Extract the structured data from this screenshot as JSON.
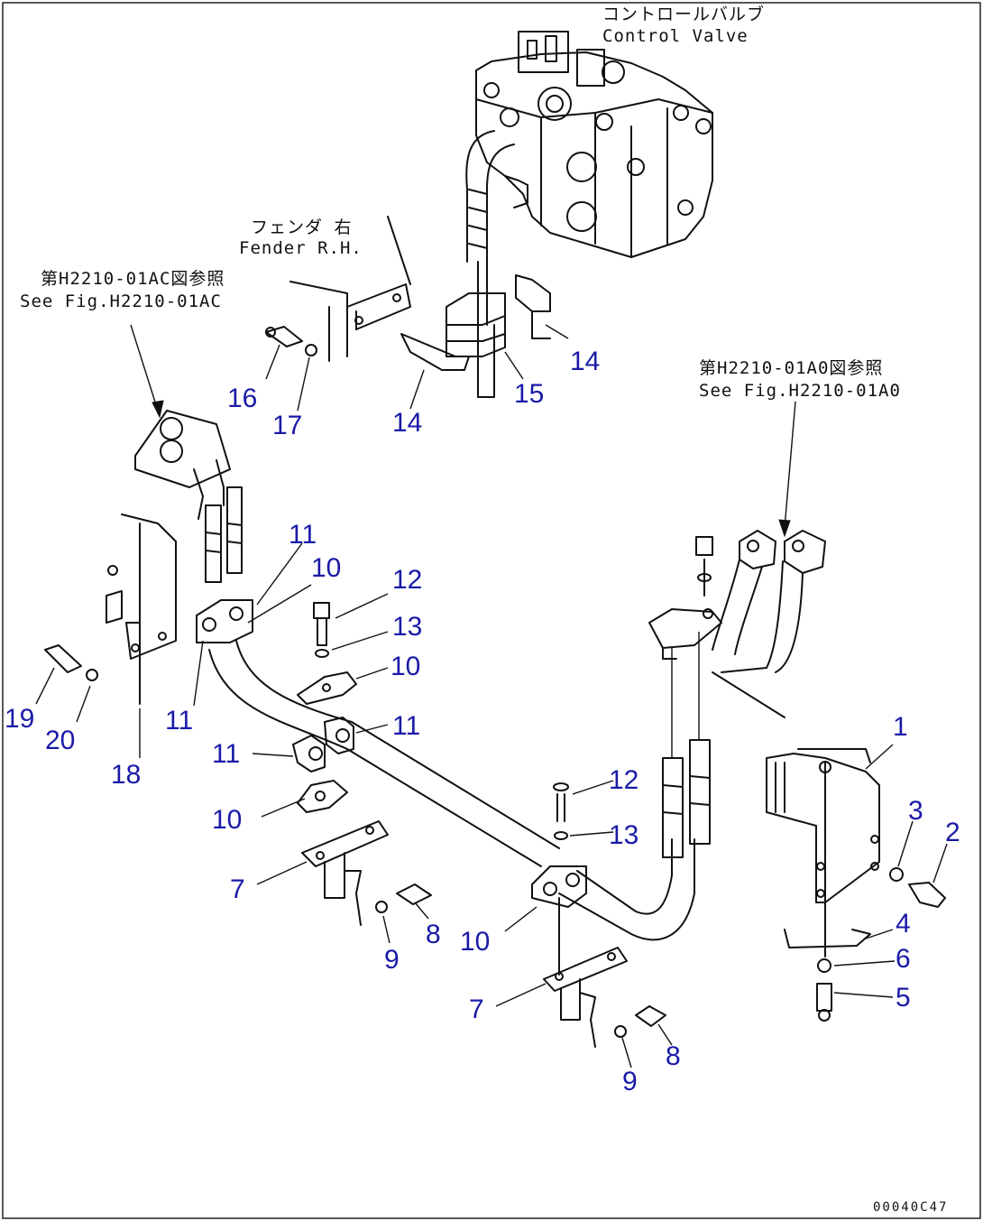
{
  "labels": {
    "control_valve_jp": "コントロールバルブ",
    "control_valve_en": "Control Valve",
    "fender_jp": "フェンダ 右",
    "fender_en": "Fender R.H.",
    "see_fig_left_jp": "第H2210-01AC図参照",
    "see_fig_left_en": "See Fig.H2210-01AC",
    "see_fig_right_jp": "第H2210-01A0図参照",
    "see_fig_right_en": "See Fig.H2210-01A0",
    "drawing_number": "00040C47"
  },
  "callouts": [
    {
      "id": "c1",
      "label": "1"
    },
    {
      "id": "c2",
      "label": "2"
    },
    {
      "id": "c3",
      "label": "3"
    },
    {
      "id": "c4",
      "label": "4"
    },
    {
      "id": "c5",
      "label": "5"
    },
    {
      "id": "c6",
      "label": "6"
    },
    {
      "id": "c7a",
      "label": "7"
    },
    {
      "id": "c7b",
      "label": "7"
    },
    {
      "id": "c8a",
      "label": "8"
    },
    {
      "id": "c8b",
      "label": "8"
    },
    {
      "id": "c9a",
      "label": "9"
    },
    {
      "id": "c9b",
      "label": "9"
    },
    {
      "id": "c10a",
      "label": "10"
    },
    {
      "id": "c10b",
      "label": "10"
    },
    {
      "id": "c10c",
      "label": "10"
    },
    {
      "id": "c10d",
      "label": "10"
    },
    {
      "id": "c11a",
      "label": "11"
    },
    {
      "id": "c11b",
      "label": "11"
    },
    {
      "id": "c11c",
      "label": "11"
    },
    {
      "id": "c11d",
      "label": "11"
    },
    {
      "id": "c12a",
      "label": "12"
    },
    {
      "id": "c12b",
      "label": "12"
    },
    {
      "id": "c13a",
      "label": "13"
    },
    {
      "id": "c13b",
      "label": "13"
    },
    {
      "id": "c14a",
      "label": "14"
    },
    {
      "id": "c14b",
      "label": "14"
    },
    {
      "id": "c15",
      "label": "15"
    },
    {
      "id": "c16",
      "label": "16"
    },
    {
      "id": "c17",
      "label": "17"
    },
    {
      "id": "c18",
      "label": "18"
    },
    {
      "id": "c19",
      "label": "19"
    },
    {
      "id": "c20",
      "label": "20"
    }
  ],
  "colors": {
    "callout": "#1a1aa8",
    "line": "#111111",
    "background": "#ffffff"
  }
}
